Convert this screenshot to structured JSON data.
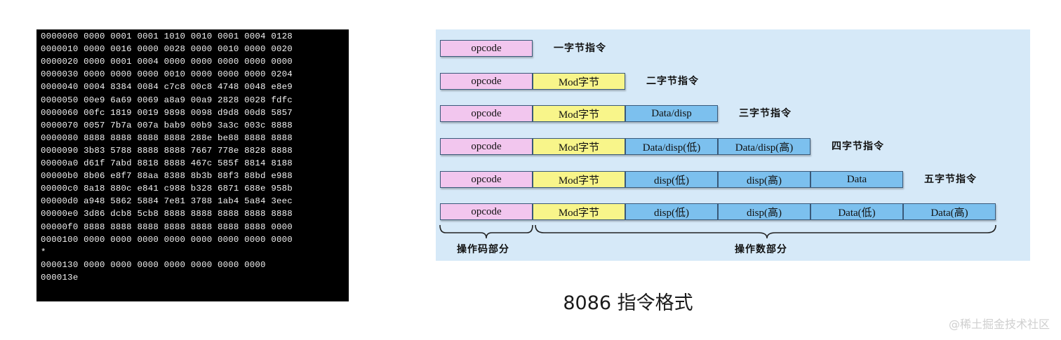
{
  "hexdump": {
    "lines": [
      "0000000 0000 0001 0001 1010 0010 0001 0004 0128",
      "0000010 0000 0016 0000 0028 0000 0010 0000 0020",
      "0000020 0000 0001 0004 0000 0000 0000 0000 0000",
      "0000030 0000 0000 0000 0010 0000 0000 0000 0204",
      "0000040 0004 8384 0084 c7c8 00c8 4748 0048 e8e9",
      "0000050 00e9 6a69 0069 a8a9 00a9 2828 0028 fdfc",
      "0000060 00fc 1819 0019 9898 0098 d9d8 00d8 5857",
      "0000070 0057 7b7a 007a bab9 00b9 3a3c 003c 8888",
      "0000080 8888 8888 8888 8888 288e be88 8888 8888",
      "0000090 3b83 5788 8888 8888 7667 778e 8828 8888",
      "00000a0 d61f 7abd 8818 8888 467c 585f 8814 8188",
      "00000b0 8b06 e8f7 88aa 8388 8b3b 88f3 88bd e988",
      "00000c0 8a18 880c e841 c988 b328 6871 688e 958b",
      "00000d0 a948 5862 5884 7e81 3788 1ab4 5a84 3eec",
      "00000e0 3d86 dcb8 5cb8 8888 8888 8888 8888 8888",
      "00000f0 8888 8888 8888 8888 8888 8888 8888 0000",
      "0000100 0000 0000 0000 0000 0000 0000 0000 0000",
      "*",
      "0000130 0000 0000 0000 0000 0000 0000 0000",
      "000013e"
    ]
  },
  "diagram": {
    "rows": [
      {
        "label": "一字节指令",
        "cells": [
          {
            "text": "opcode",
            "kind": "op"
          }
        ]
      },
      {
        "label": "二字节指令",
        "cells": [
          {
            "text": "opcode",
            "kind": "op"
          },
          {
            "text": "Mod字节",
            "kind": "mod"
          }
        ]
      },
      {
        "label": "三字节指令",
        "cells": [
          {
            "text": "opcode",
            "kind": "op"
          },
          {
            "text": "Mod字节",
            "kind": "mod"
          },
          {
            "text": "Data/disp",
            "kind": "data"
          }
        ]
      },
      {
        "label": "四字节指令",
        "cells": [
          {
            "text": "opcode",
            "kind": "op"
          },
          {
            "text": "Mod字节",
            "kind": "mod"
          },
          {
            "text": "Data/disp(低)",
            "kind": "data"
          },
          {
            "text": "Data/disp(高)",
            "kind": "data"
          }
        ]
      },
      {
        "label": "五字节指令",
        "cells": [
          {
            "text": "opcode",
            "kind": "op"
          },
          {
            "text": "Mod字节",
            "kind": "mod"
          },
          {
            "text": "disp(低)",
            "kind": "data"
          },
          {
            "text": "disp(高)",
            "kind": "data"
          },
          {
            "text": "Data",
            "kind": "data"
          }
        ]
      },
      {
        "label": "",
        "cells": [
          {
            "text": "opcode",
            "kind": "op"
          },
          {
            "text": "Mod字节",
            "kind": "mod"
          },
          {
            "text": "disp(低)",
            "kind": "data"
          },
          {
            "text": "disp(高)",
            "kind": "data"
          },
          {
            "text": "Data(低)",
            "kind": "data"
          },
          {
            "text": "Data(高)",
            "kind": "data"
          }
        ]
      }
    ],
    "brace_opcode_label": "操作码部分",
    "brace_operand_label": "操作数部分",
    "colors": {
      "opcode": "#f2c6ee",
      "mod": "#f8f58a",
      "data": "#7cc0ee",
      "panel": "#d6e9f8"
    }
  },
  "caption": "8086 指令格式",
  "watermark": "@稀土掘金技术社区"
}
